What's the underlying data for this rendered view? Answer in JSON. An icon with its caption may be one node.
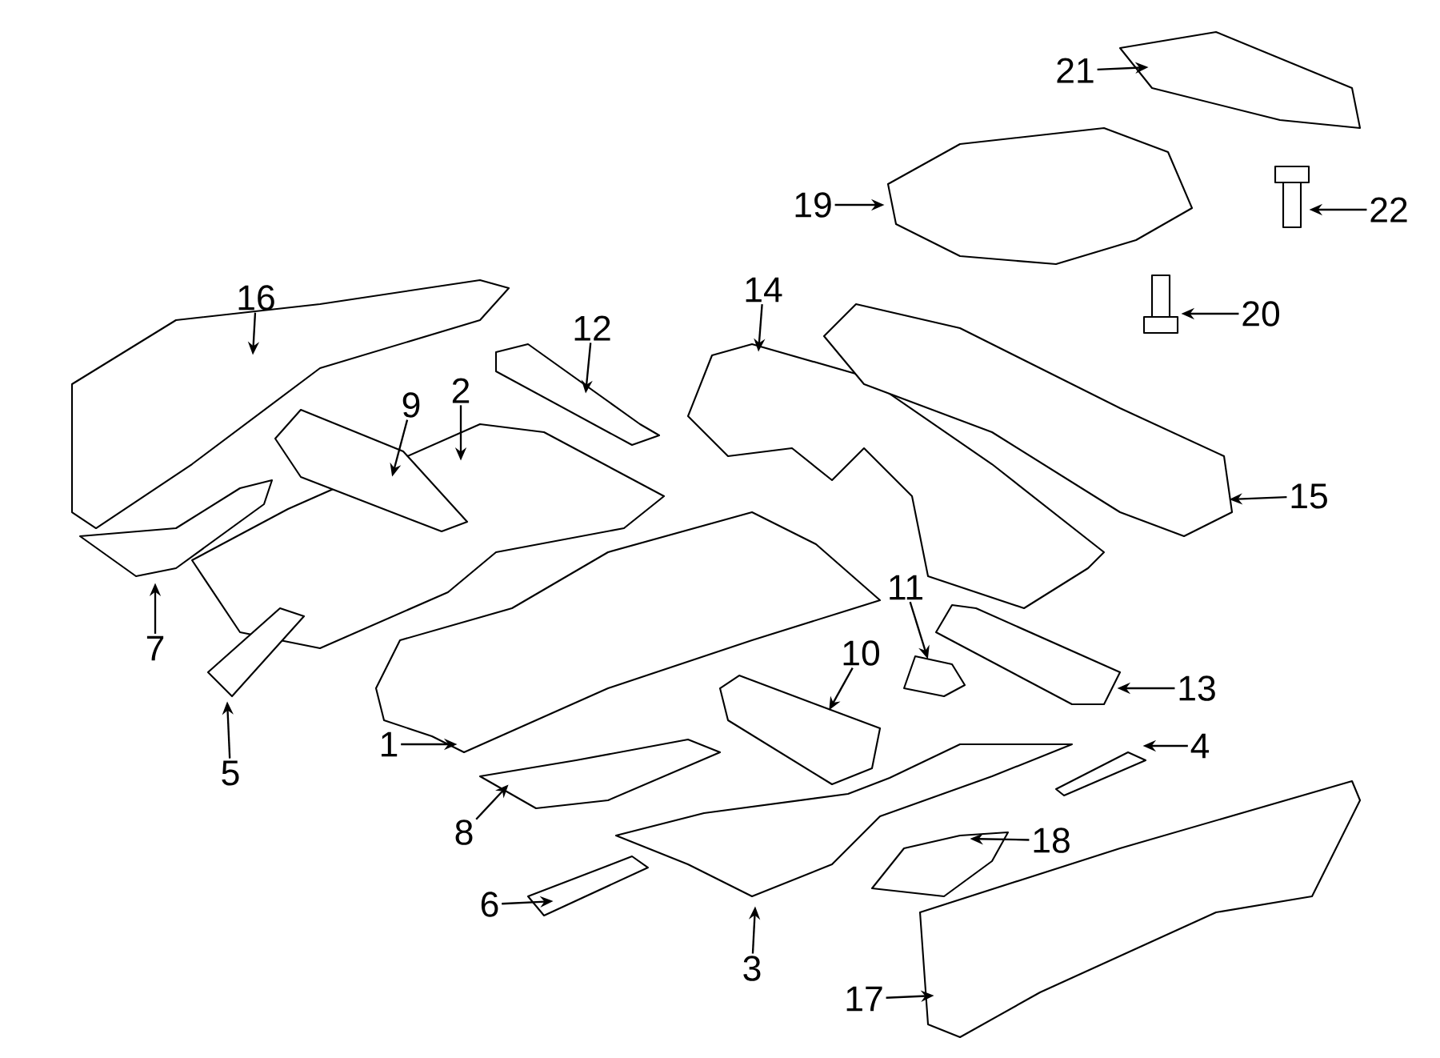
{
  "diagram": {
    "nodes": [
      {
        "text": [
          "21"
        ]
      },
      {
        "text": [
          "19"
        ]
      },
      {
        "text": [
          "22"
        ]
      },
      {
        "text": [
          "16"
        ]
      },
      {
        "text": [
          "12"
        ]
      },
      {
        "text": [
          "20"
        ]
      },
      {
        "text": [
          "14"
        ]
      },
      {
        "text": [
          "2"
        ]
      },
      {
        "text": [
          "9"
        ]
      },
      {
        "text": [
          "15"
        ]
      },
      {
        "text": [
          "7"
        ]
      },
      {
        "text": [
          "11"
        ]
      },
      {
        "text": [
          "10"
        ]
      },
      {
        "text": [
          "13"
        ]
      },
      {
        "text": [
          "1"
        ]
      },
      {
        "text": [
          "4"
        ]
      },
      {
        "text": [
          "5"
        ]
      },
      {
        "text": [
          "8"
        ]
      },
      {
        "text": [
          "18"
        ]
      },
      {
        "text": [
          "6"
        ]
      },
      {
        "text": [
          "3"
        ]
      },
      {
        "text": [
          "17"
        ]
      },
      {
        "text": [],
        "shape": "picture"
      },
      {
        "text": [],
        "shape": "picture"
      },
      {
        "text": [],
        "shape": "picture"
      },
      {
        "text": [],
        "shape": "picture"
      },
      {
        "text": [],
        "shape": "picture"
      },
      {
        "text": [],
        "shape": "picture"
      },
      {
        "text": [],
        "shape": "picture"
      },
      {
        "text": [],
        "shape": "picture"
      },
      {
        "text": [],
        "shape": "picture"
      },
      {
        "text": [],
        "shape": "picture"
      },
      {
        "text": [],
        "shape": "picture"
      },
      {
        "text": [],
        "shape": "picture"
      },
      {
        "text": [],
        "shape": "picture"
      },
      {
        "text": [],
        "shape": "picture"
      },
      {
        "text": [],
        "shape": "picture"
      },
      {
        "text": [],
        "shape": "picture"
      },
      {
        "text": [],
        "shape": "picture"
      },
      {
        "text": [],
        "shape": "picture"
      },
      {
        "text": [],
        "shape": "picture"
      },
      {
        "text": [],
        "shape": "picture"
      },
      {
        "text": [],
        "shape": "picture"
      },
      {
        "text": [],
        "shape": "picture"
      }
    ],
    "edges": [
      {
        "from": 0,
        "to": 22,
        "arrow": "to"
      },
      {
        "from": 1,
        "to": 23,
        "arrow": "to"
      },
      {
        "from": 2,
        "to": 24,
        "arrow": "to"
      },
      {
        "from": 3,
        "to": 25,
        "arrow": "to"
      },
      {
        "from": 4,
        "to": 26,
        "arrow": "to"
      },
      {
        "from": 5,
        "to": 27,
        "arrow": "to"
      },
      {
        "from": 6,
        "to": 28,
        "arrow": "to"
      },
      {
        "from": 7,
        "to": 29,
        "arrow": "to"
      },
      {
        "from": 8,
        "to": 30,
        "arrow": "to"
      },
      {
        "from": 9,
        "to": 31,
        "arrow": "to"
      },
      {
        "from": 10,
        "to": 32,
        "arrow": "to"
      },
      {
        "from": 11,
        "to": 33,
        "arrow": "to"
      },
      {
        "from": 12,
        "to": 34,
        "arrow": "to"
      },
      {
        "from": 13,
        "to": 35,
        "arrow": "to"
      },
      {
        "from": 14,
        "to": 36,
        "arrow": "to"
      },
      {
        "from": 15,
        "to": 37,
        "arrow": "to"
      },
      {
        "from": 16,
        "to": 38,
        "arrow": "to"
      },
      {
        "from": 17,
        "to": 39,
        "arrow": "to"
      },
      {
        "from": 18,
        "to": 40,
        "arrow": "to"
      },
      {
        "from": 19,
        "to": 41,
        "arrow": "to"
      },
      {
        "from": 20,
        "to": 42,
        "arrow": "to"
      },
      {
        "from": 21,
        "to": 43,
        "arrow": "to"
      }
    ]
  }
}
